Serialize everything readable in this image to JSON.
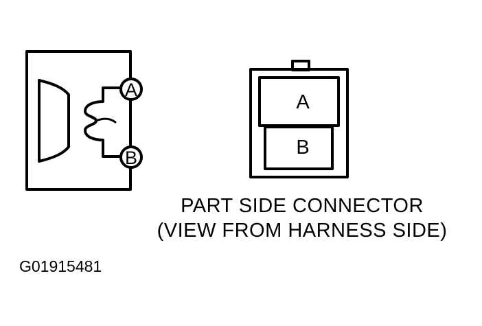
{
  "horn_terminals": {
    "a_label": "A",
    "b_label": "B"
  },
  "connector": {
    "cavity_a_label": "A",
    "cavity_b_label": "B"
  },
  "caption": {
    "line1": "PART SIDE CONNECTOR",
    "line2": "(VIEW FROM HARNESS SIDE)"
  },
  "figure_id": "G01915481"
}
